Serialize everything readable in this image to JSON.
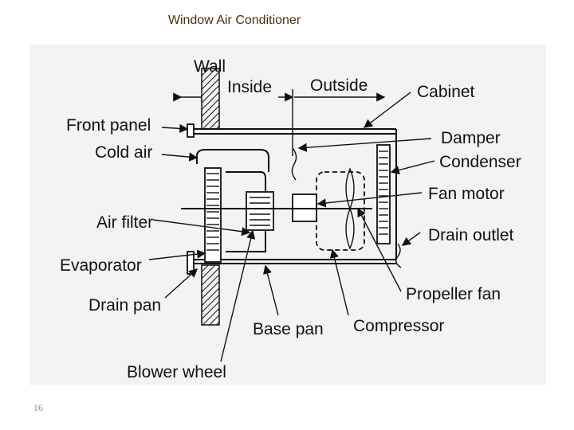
{
  "title": "Window Air Conditioner",
  "page_number": "16",
  "diagram": {
    "labels": {
      "wall": "Wall",
      "inside": "Inside",
      "outside": "Outside",
      "cabinet": "Cabinet",
      "front_panel": "Front panel",
      "cold_air": "Cold air",
      "damper": "Damper",
      "condenser": "Condenser",
      "fan_motor": "Fan motor",
      "air_filter": "Air filter",
      "drain_outlet": "Drain outlet",
      "evaporator": "Evaporator",
      "drain_pan": "Drain pan",
      "propeller_fan": "Propeller fan",
      "base_pan": "Base pan",
      "compressor": "Compressor",
      "blower_wheel": "Blower wheel"
    }
  }
}
